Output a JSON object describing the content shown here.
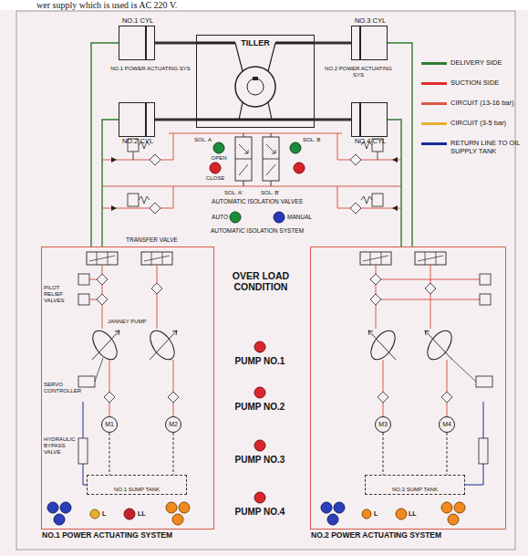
{
  "diagram": {
    "nodes": [
      {
        "text": [
          "NO.1 CYL"
        ]
      },
      {
        "text": [
          "TILLER"
        ]
      },
      {
        "text": [
          "NO.3 CYL"
        ]
      },
      {
        "text": [
          "NO.2 CYL"
        ]
      },
      {
        "text": [
          "NO.4 CYL"
        ]
      },
      {
        "text": [
          "NO.1 POWER ACTUATING SYSTEM"
        ]
      },
      {
        "text": [
          "M1"
        ],
        "in": 5
      },
      {
        "text": [
          "M2"
        ],
        "in": 5
      },
      {
        "text": [
          "NO.1 SUMP TANK"
        ],
        "in": 5
      },
      {
        "text": [
          "NO.2 POWER ACTUATING SYSTEM"
        ]
      },
      {
        "text": [
          "M3"
        ],
        "in": 9
      },
      {
        "text": [
          "M4"
        ],
        "in": 9
      },
      {
        "text": [
          "NO.2 SUMP TANK"
        ],
        "in": 9
      }
    ],
    "edges": [
      {
        "from": 0,
        "to": 1,
        "arrow": "none"
      },
      {
        "from": 2,
        "to": 1,
        "arrow": "none"
      },
      {
        "from": 3,
        "to": 1,
        "arrow": "none"
      },
      {
        "from": 4,
        "to": 1,
        "arrow": "none"
      },
      {
        "from": 5,
        "to": 0,
        "arrow": "none"
      },
      {
        "from": 5,
        "to": 3,
        "arrow": "none"
      },
      {
        "from": 9,
        "to": 2,
        "arrow": "none"
      },
      {
        "from": 9,
        "to": 4,
        "arrow": "none"
      },
      {
        "from": 6,
        "to": 8,
        "arrow": "none"
      },
      {
        "from": 7,
        "to": 8,
        "arrow": "none"
      },
      {
        "from": 10,
        "to": 12,
        "arrow": "none"
      },
      {
        "from": 11,
        "to": 12,
        "arrow": "none"
      }
    ],
    "labels": [
      "wer supply which is used is AC 220 V.",
      "NO.1 POWER ACTUATING SYS",
      "NO.2 POWER ACTUATING SYS",
      "SOL. A",
      "OPEN",
      "SOL. B",
      "CLOSE",
      "SOL. A'",
      "SOL. B'",
      "AUTOMATIC ISOLATION VALVES",
      "AUTO",
      "MANUAL",
      "AUTOMATIC ISOLATION SYSTEM",
      "TRANSFER VALVE",
      "OVER LOAD CONDITION",
      "PUMP NO.1",
      "PUMP NO.2",
      "PUMP NO.3",
      "PUMP NO.4",
      "PILOT RELIEF VALVES",
      "JANNEY PUMP",
      "SERVO CONTROLLER",
      "HYDRAULIC BYPASS VALVE",
      "L",
      "LL",
      "L",
      "LL"
    ],
    "legend": [
      {
        "text": "DELIVERY SIDE",
        "color": "#2e7d32"
      },
      {
        "text": "SUCTION SIDE",
        "color": "#e0302a"
      },
      {
        "text": "CIRCUIT (13-16 bar)",
        "color": "#d9584a"
      },
      {
        "text": "CIRCUIT (3-5 bar)",
        "color": "#e8b030"
      },
      {
        "text": "RETURN LINE TO OIL SUPPLY TANK",
        "color": "#1a2a9a"
      }
    ]
  }
}
